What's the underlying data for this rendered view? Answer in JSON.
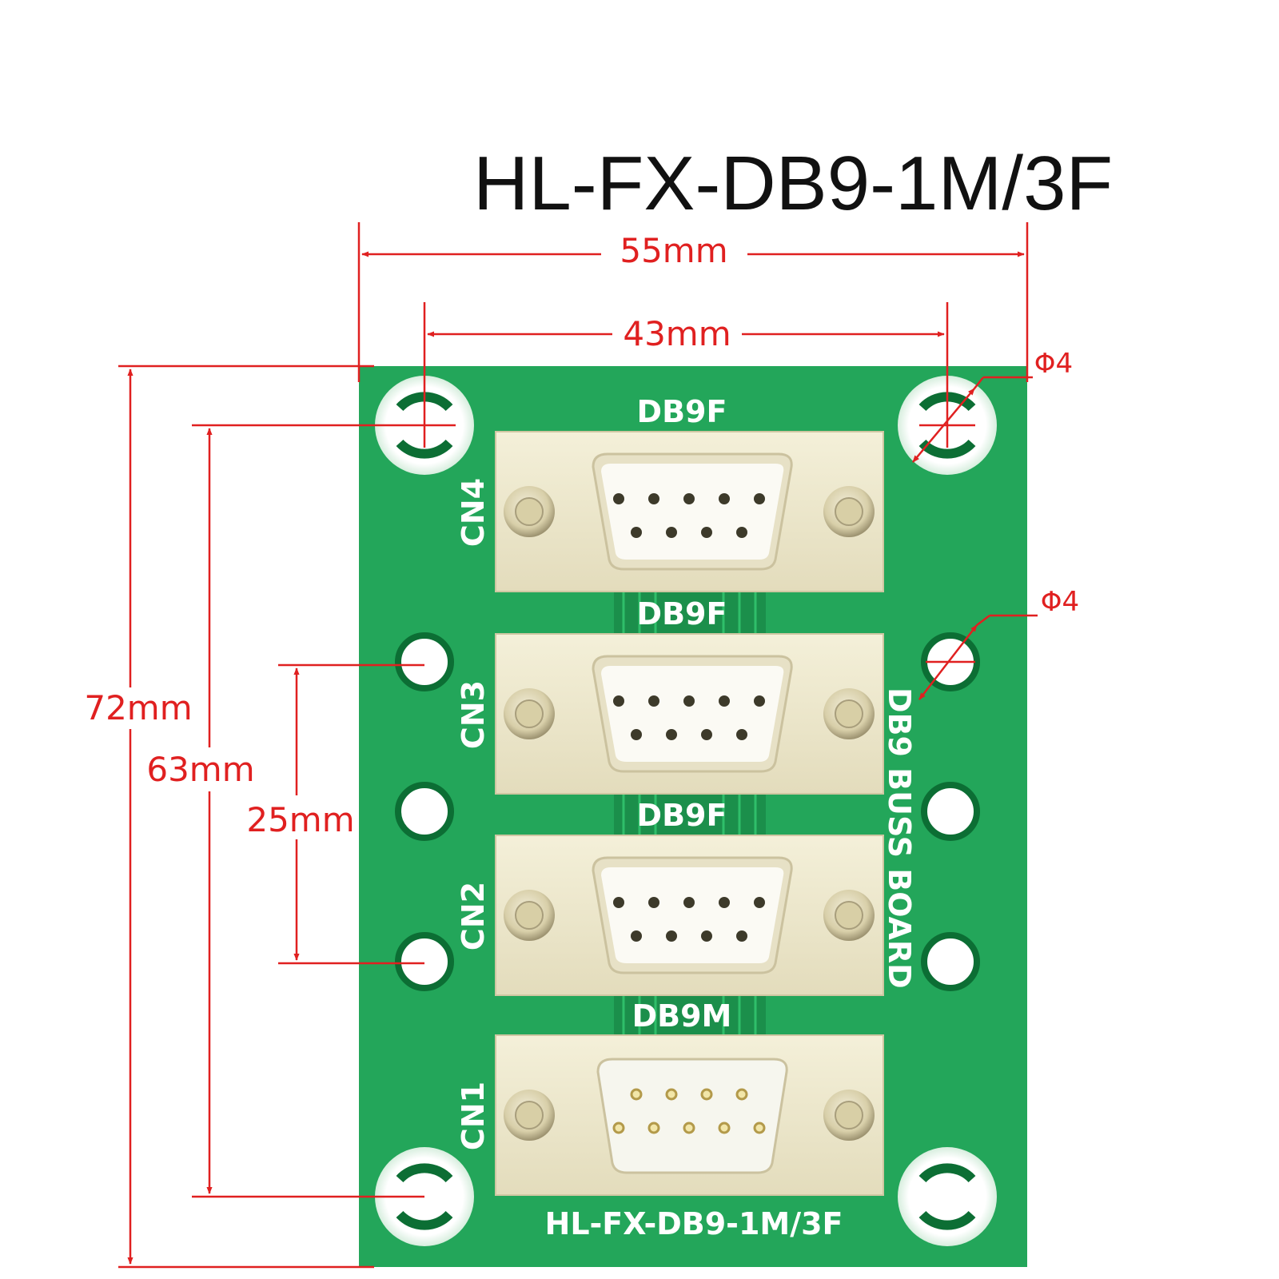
{
  "title": "HL-FX-DB9-1M/3F",
  "board": {
    "model_label": "HL-FX-DB9-1M/3F",
    "side_label": "DB9 BUSS BOARD",
    "pcb_color": "#23a65a",
    "pad_color": "#0c6e34"
  },
  "connectors": [
    {
      "id": "CN4",
      "type_label": "DB9F",
      "gender": "female"
    },
    {
      "id": "CN3",
      "type_label": "DB9F",
      "gender": "female"
    },
    {
      "id": "CN2",
      "type_label": "DB9F",
      "gender": "female"
    },
    {
      "id": "CN1",
      "type_label": "DB9M",
      "gender": "male"
    }
  ],
  "dimensions": {
    "width_overall": "55mm",
    "hole_spacing_x": "43mm",
    "height_overall": "72mm",
    "hole_spacing_y": "63mm",
    "inner_hole_spacing": "25mm",
    "hole_diameter_corner": "Φ4",
    "hole_diameter_side": "Φ4",
    "color": "#e02020"
  }
}
